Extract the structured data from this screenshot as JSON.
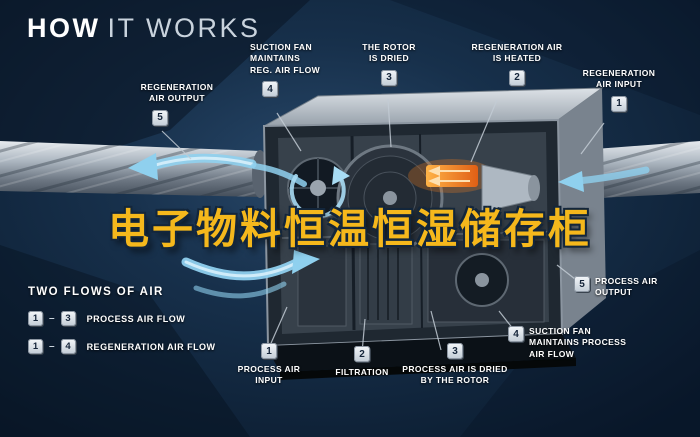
{
  "title": {
    "bold": "HOW",
    "light": "IT WORKS"
  },
  "overlay_title": {
    "text": "电子物料恒温恒湿储存柜",
    "color": "#F5B81C"
  },
  "callouts": {
    "reg_air_output": {
      "num": "5",
      "label": "REGENERATION\nAIR OUTPUT"
    },
    "suction_fan_reg": {
      "num": "4",
      "label": "SUCTION FAN\nMAINTAINS\nREG. AIR FLOW"
    },
    "rotor_dried": {
      "num": "3",
      "label": "THE ROTOR\nIS DRIED"
    },
    "reg_air_heated": {
      "num": "2",
      "label": "REGENERATION AIR\nIS HEATED"
    },
    "reg_air_input": {
      "num": "1",
      "label": "REGENERATION\nAIR INPUT"
    },
    "process_air_output": {
      "num": "5",
      "label": "PROCESS AIR\nOUTPUT"
    },
    "suction_fan_process": {
      "num": "4",
      "label": "SUCTION FAN\nMAINTAINS PROCESS\nAIR FLOW"
    },
    "process_air_input": {
      "num": "1",
      "label": "PROCESS AIR\nINPUT"
    },
    "filtration": {
      "num": "2",
      "label": "FILTRATION"
    },
    "process_air_dried": {
      "num": "3",
      "label": "PROCESS AIR IS DRIED\nBY THE ROTOR"
    }
  },
  "legend": {
    "heading": "TWO FLOWS OF AIR",
    "rows": [
      {
        "from": "1",
        "dash": "–",
        "to": "3",
        "label": "PROCESS AIR FLOW"
      },
      {
        "from": "1",
        "dash": "–",
        "to": "4",
        "label": "REGENERATION AIR FLOW"
      }
    ]
  },
  "colors": {
    "accent_gold": "#F5B81C",
    "flow_blue": "#8FD0EE",
    "heater_orange": "#E87A22",
    "background_navy": "#0E1F33"
  }
}
